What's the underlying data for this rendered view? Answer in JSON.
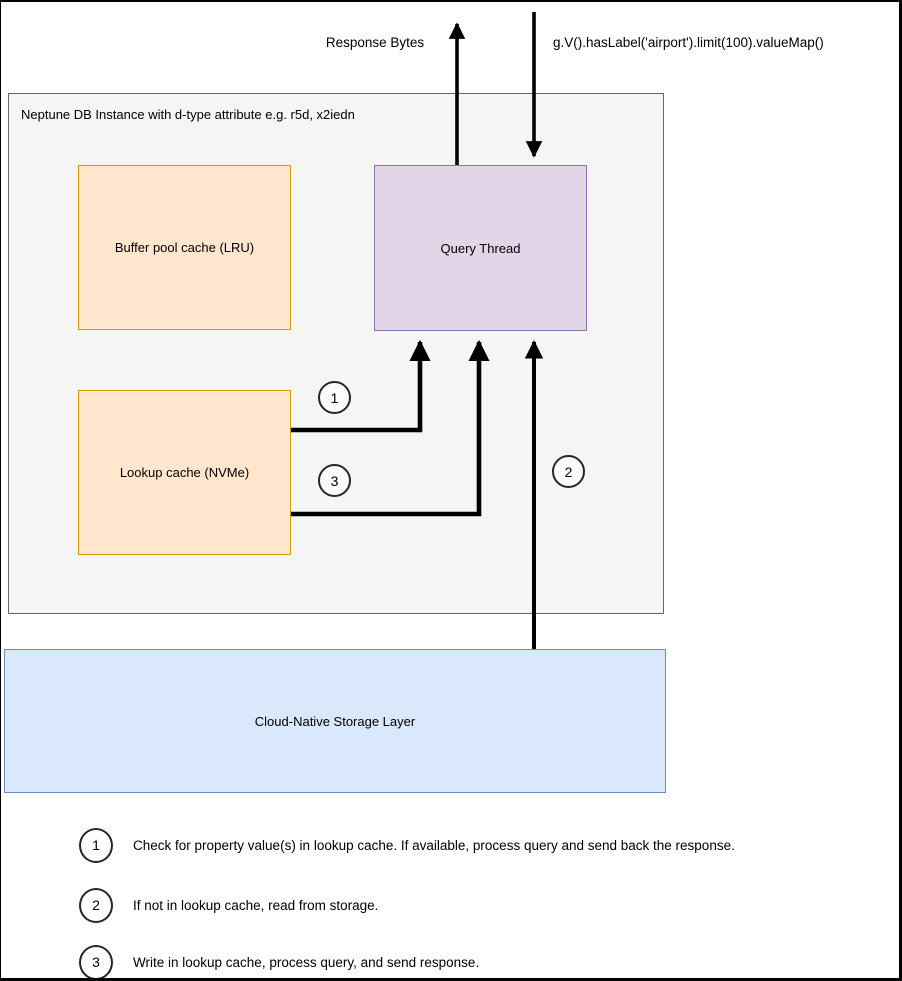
{
  "diagram": {
    "top_labels": {
      "response_bytes": "Response Bytes",
      "query": "g.V().hasLabel('airport').limit(100).valueMap()"
    },
    "boxes": {
      "neptune_instance": {
        "label": "Neptune DB Instance with d-type attribute e.g. r5d, x2iedn"
      },
      "buffer_pool": {
        "label": "Buffer pool cache (LRU)"
      },
      "query_thread": {
        "label": "Query Thread"
      },
      "lookup_cache": {
        "label": "Lookup cache (NVMe)"
      },
      "storage": {
        "label": "Cloud-Native Storage Layer"
      }
    },
    "callouts": {
      "step1": "1",
      "step2": "2",
      "step3": "3"
    },
    "colors": {
      "cache_fill": "#ffe6cc",
      "cache_border": "#d79b00",
      "query_thread_fill": "#e1d5e7",
      "query_thread_border": "#9673a6",
      "storage_fill": "#dae8fc",
      "storage_border": "#6c8ebf",
      "instance_fill": "#f5f5f5",
      "instance_border": "#666666",
      "arrow": "#000000"
    }
  },
  "legend": {
    "items": [
      {
        "number": "1",
        "text": "Check for property value(s) in lookup cache. If available, process query and send back the response."
      },
      {
        "number": "2",
        "text": "If not in lookup cache, read from storage."
      },
      {
        "number": "3",
        "text": "Write in lookup cache, process query, and send response."
      }
    ]
  }
}
